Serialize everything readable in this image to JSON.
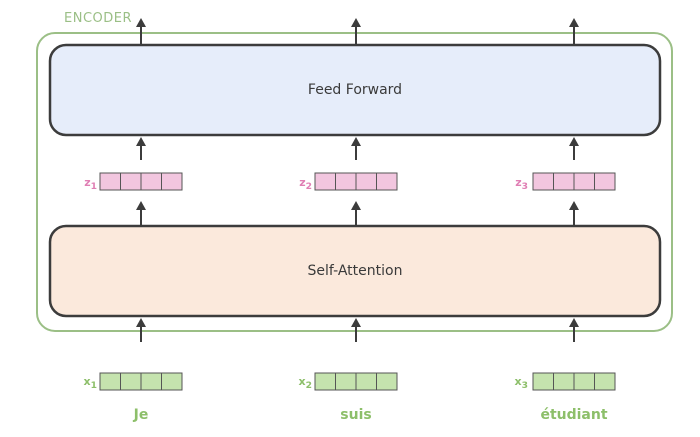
{
  "encoder": {
    "label": "ENCODER"
  },
  "layers": {
    "feed_forward": "Feed Forward",
    "self_attention": "Self-Attention"
  },
  "columns": [
    {
      "z_label": "z",
      "z_sub": "1",
      "x_label": "x",
      "x_sub": "1",
      "word": "Je"
    },
    {
      "z_label": "z",
      "z_sub": "2",
      "x_label": "x",
      "x_sub": "2",
      "word": "suis"
    },
    {
      "z_label": "z",
      "z_sub": "3",
      "x_label": "x",
      "x_sub": "3",
      "word": "étudiant"
    }
  ],
  "colors": {
    "encoder_border": "#9bbf86",
    "feed_forward_fill": "#e6edfa",
    "self_attention_fill": "#fbe9dc",
    "layer_border": "#3c3c3c",
    "z_cell_fill": "#f2c6df",
    "z_accent": "#e07fb4",
    "x_cell_fill": "#c5e3ae",
    "x_accent": "#8dbf6a",
    "arrow": "#3c3c3c"
  }
}
